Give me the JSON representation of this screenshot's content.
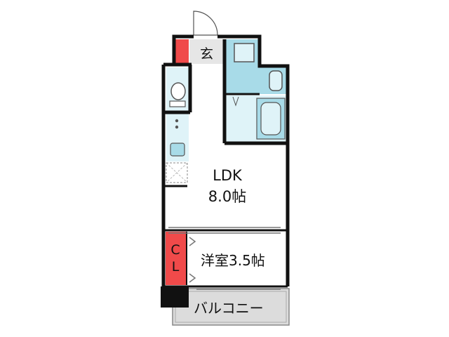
{
  "plan": {
    "rooms": {
      "ldk": {
        "name": "LDK",
        "size": "8.0帖"
      },
      "western_room": {
        "label": "洋室3.5帖"
      },
      "entrance": {
        "label": "玄"
      },
      "closet": {
        "letter1": "C",
        "letter2": "L"
      },
      "balcony": {
        "label": "バルコニー"
      }
    },
    "colors": {
      "wall": "#111111",
      "storage_red": "#f04a4a",
      "wet_area_blue": "#a8dbe8",
      "wet_area_light": "#dff3f8",
      "entrance_floor": "#e6e6e6",
      "balcony_floor": "#dcdcdc"
    }
  }
}
